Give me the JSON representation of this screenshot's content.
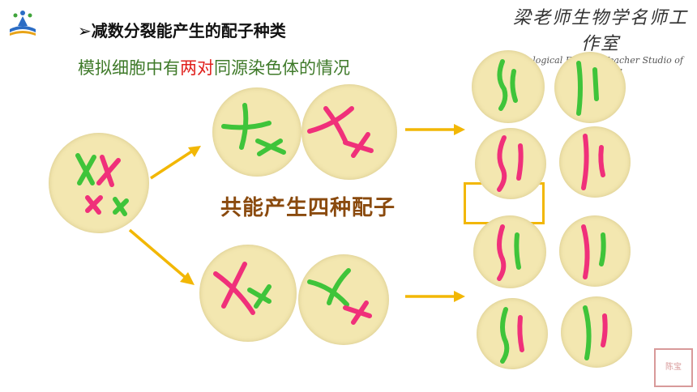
{
  "slide": {
    "title_marker": "➢",
    "title": "减数分裂能产生的配子种类",
    "subtitle_pre": "模拟细胞中有",
    "subtitle_highlight": "两对",
    "subtitle_post": "同源染色体的情况",
    "center_label": "共能产生四种配子",
    "signature_cn": "梁老师生物学名师工作室",
    "signature_en": "Biological Famous Teacher Studio of Mr. Liang",
    "seal_text": "陈宝"
  },
  "colors": {
    "green": "#3fc43a",
    "pink": "#f0307a",
    "arrow": "#f2b705",
    "cell": "#f3e7b0",
    "highlight_box": "#f2b705"
  }
}
